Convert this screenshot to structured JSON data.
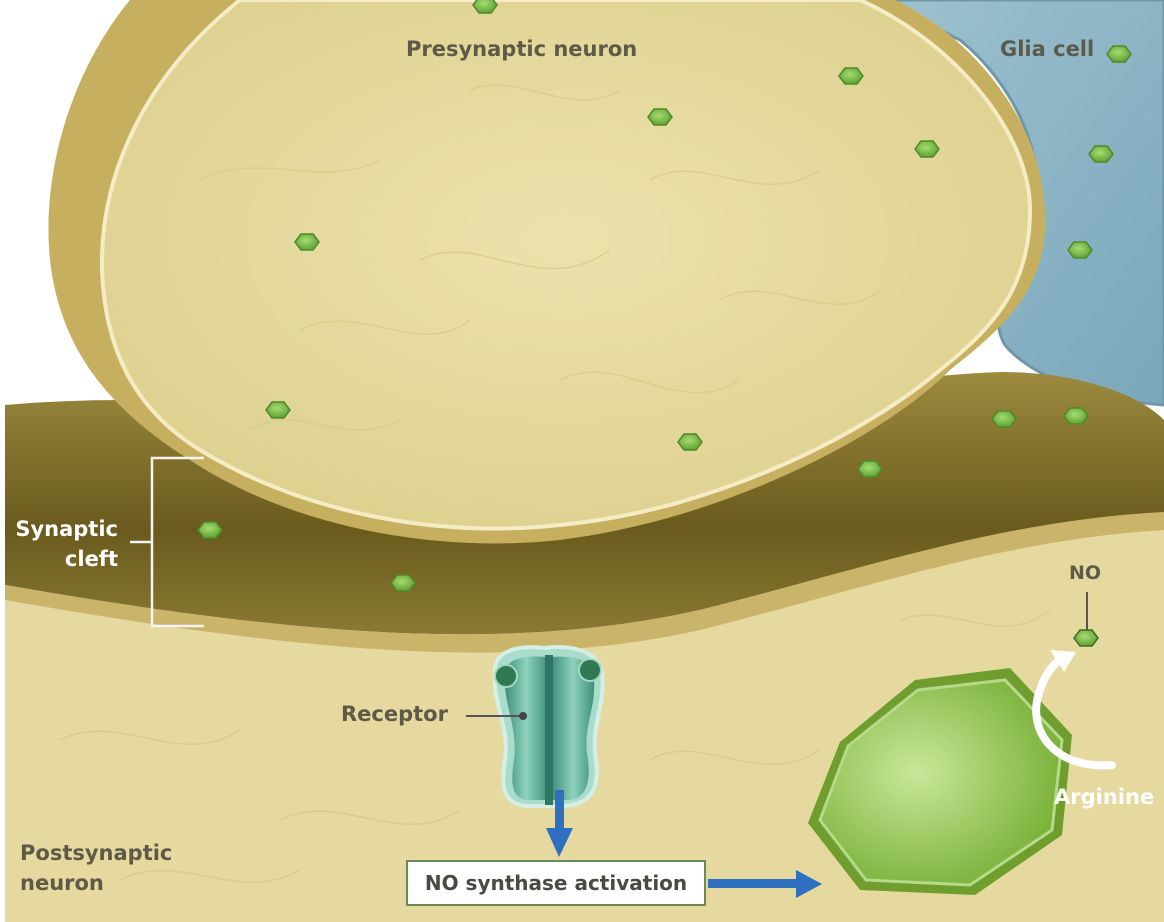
{
  "labels": {
    "presynaptic": "Presynaptic neuron",
    "glia": "Glia cell",
    "synaptic_cleft_line1": "Synaptic",
    "synaptic_cleft_line2": "cleft",
    "no": "NO",
    "receptor": "Receptor",
    "arginine": "Arginine",
    "postsynaptic_line1": "Postsynaptic",
    "postsynaptic_line2": "neuron",
    "synthase_activation": "NO synthase activation"
  },
  "colors": {
    "neuron_fill": "#e8dca0",
    "neuron_rim": "#c9b56a",
    "cleft_dark": "#6a5a1c",
    "glia": "#8fb8c8",
    "molecule": "#7cc04a",
    "receptor": "#5fb39a",
    "enzyme": "#82b43c",
    "arrow_blue": "#2f6fc0"
  },
  "icons": [
    "molecule-icon",
    "receptor-icon",
    "enzyme-icon",
    "curved-arrow-icon",
    "down-arrow-icon",
    "right-arrow-icon"
  ]
}
